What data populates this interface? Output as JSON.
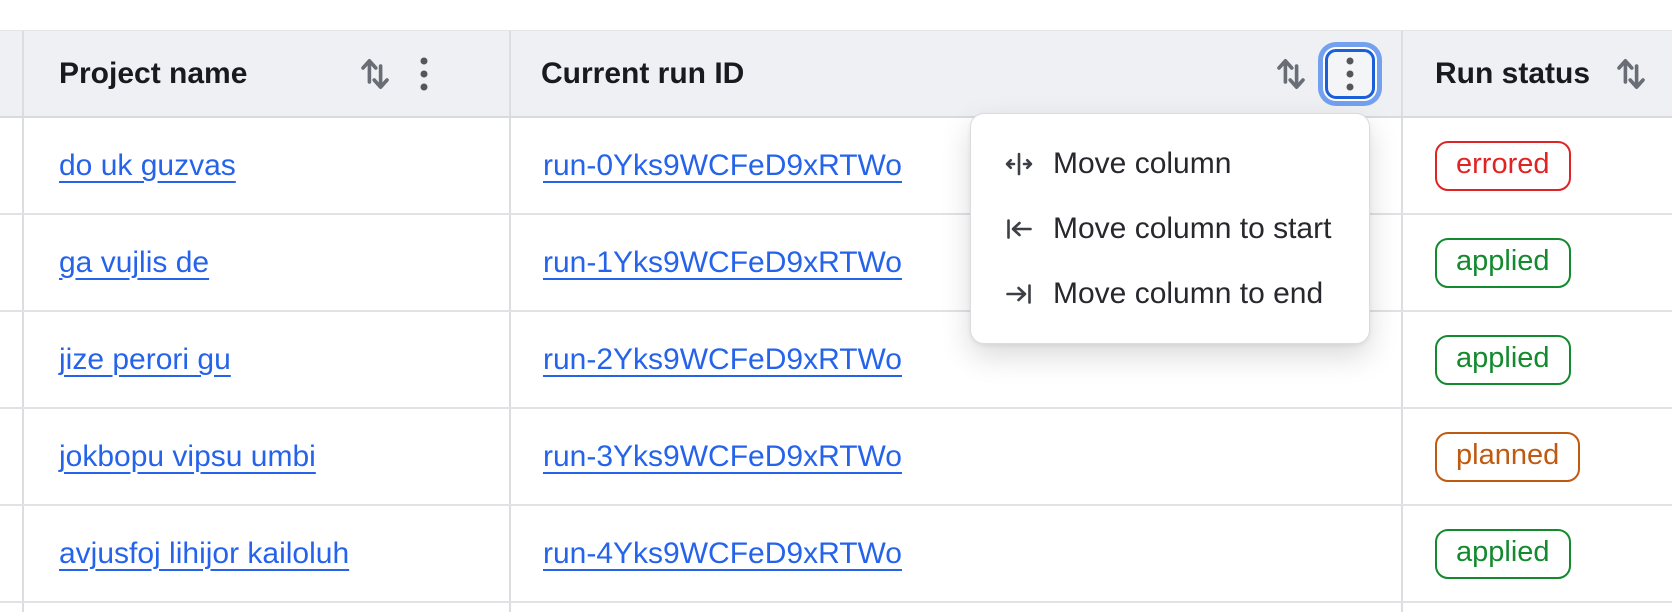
{
  "header": {
    "columns": [
      {
        "label": "Project name"
      },
      {
        "label": "Current run ID"
      },
      {
        "label": "Run status"
      }
    ]
  },
  "rows": [
    {
      "project": "do uk guzvas",
      "run_id": "run-0Yks9WCFeD9xRTWo",
      "status": "errored"
    },
    {
      "project": "ga vujlis de",
      "run_id": "run-1Yks9WCFeD9xRTWo",
      "status": "applied"
    },
    {
      "project": "jize perori gu",
      "run_id": "run-2Yks9WCFeD9xRTWo",
      "status": "applied"
    },
    {
      "project": "jokbopu vipsu umbi",
      "run_id": "run-3Yks9WCFeD9xRTWo",
      "status": "planned"
    },
    {
      "project": "avjusfoj lihijor kailoluh",
      "run_id": "run-4Yks9WCFeD9xRTWo",
      "status": "applied"
    }
  ],
  "column_menu": {
    "items": [
      {
        "label": "Move column"
      },
      {
        "label": "Move column to start"
      },
      {
        "label": "Move column to end"
      }
    ]
  },
  "icons": {
    "sort": "sort-arrows-icon",
    "kebab": "kebab-icon",
    "move_column": "move-column-icon",
    "move_column_start": "move-column-to-start-icon",
    "move_column_end": "move-column-to-end-icon"
  },
  "colors": {
    "link": "#2563eb",
    "header_background": "#eef0f3",
    "focus_ring": "#1b60d9",
    "status": {
      "errored": "#e02424",
      "applied": "#128a2d",
      "planned": "#c05a11"
    }
  }
}
